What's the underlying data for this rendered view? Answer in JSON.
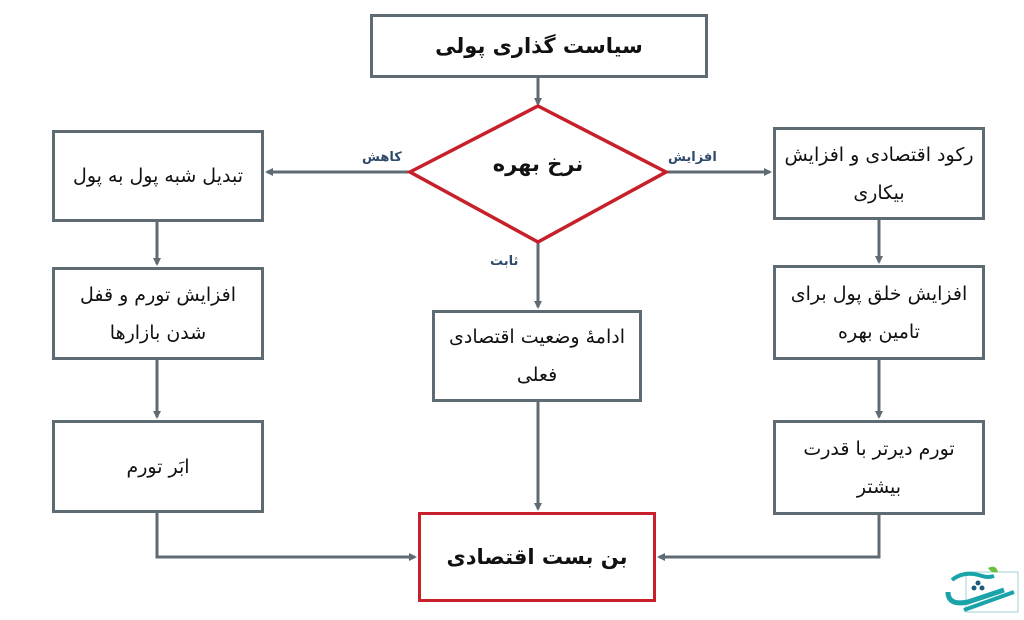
{
  "title": "سیاست گذاری پولی",
  "decision": "نرخ بهره",
  "branches": {
    "decrease": "کاهش",
    "increase": "افزایش",
    "stable": "ثابت"
  },
  "left_column": [
    "تبدیل شبه پول به پول",
    "افزایش تورم و قفل شدن بازارها",
    "ابَر تورم"
  ],
  "right_column": [
    "رکود اقتصادی و افزایش بیکاری",
    "افزایش خلق پول برای تامین بهره",
    "تورم دیرتر با قدرت بیشتر"
  ],
  "center_box": "ادامهٔ وضعیت اقتصادی فعلی",
  "outcome": "بن بست اقتصادی",
  "colors": {
    "line": "#5f6b73",
    "accent": "#c8202a",
    "label": "#2e4a6b",
    "logo": "#1aa3a8"
  }
}
